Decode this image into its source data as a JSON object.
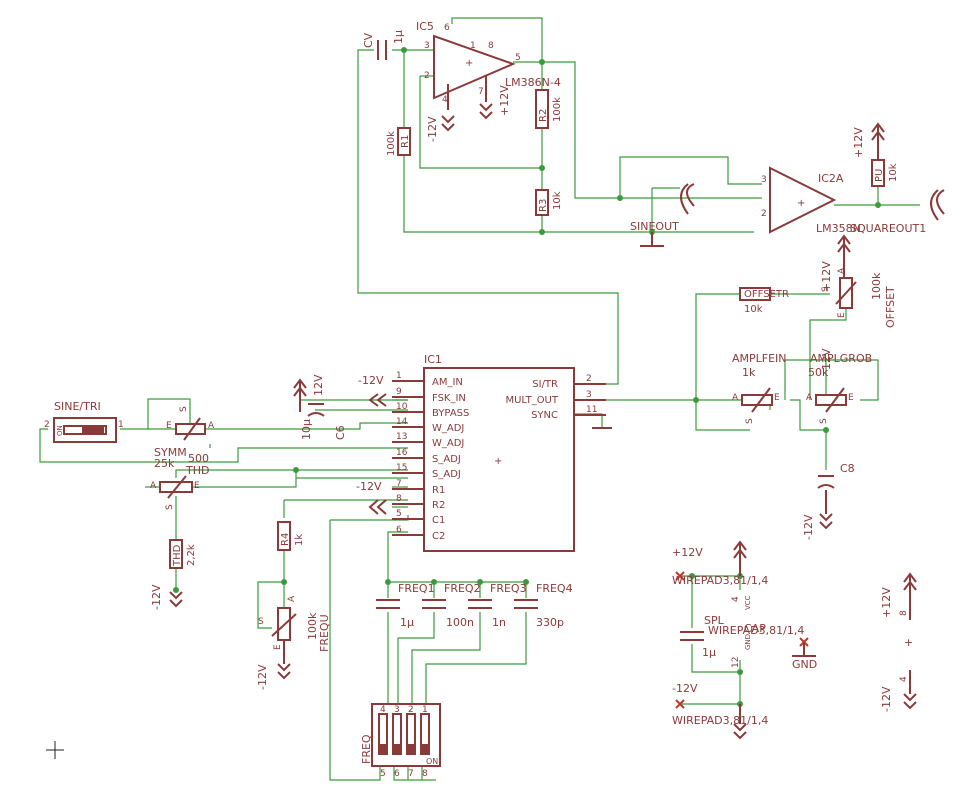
{
  "ic1": {
    "name": "IC1",
    "left_pins": [
      {
        "num": "1",
        "name": "AM_IN"
      },
      {
        "num": "9",
        "name": "FSK_IN"
      },
      {
        "num": "10",
        "name": "BYPASS"
      },
      {
        "num": "14",
        "name": "W_ADJ"
      },
      {
        "num": "13",
        "name": "W_ADJ"
      },
      {
        "num": "16",
        "name": "S_ADJ"
      },
      {
        "num": "15",
        "name": "S_ADJ"
      },
      {
        "num": "7",
        "name": "R1"
      },
      {
        "num": "8",
        "name": "R2"
      },
      {
        "num": "5",
        "name": "C1"
      },
      {
        "num": "6",
        "name": "C2"
      }
    ],
    "right_pins": [
      {
        "num": "2",
        "name": "SI/TR"
      },
      {
        "num": "3",
        "name": "MULT_OUT"
      },
      {
        "num": "11",
        "name": "SYNC"
      }
    ]
  },
  "ic5": {
    "name": "IC5",
    "part": "LM386N-4",
    "pins": [
      "3",
      "2",
      "6",
      "5",
      "4",
      "7",
      "8",
      "1"
    ],
    "supply_pos": "+12V",
    "supply_neg": "-12V"
  },
  "ic2a": {
    "name": "IC2A",
    "part": "LM358N",
    "pins": [
      "3",
      "2"
    ]
  },
  "capacitors": {
    "cv": {
      "name": "CV",
      "value": "1µ"
    },
    "c6": {
      "name": "C6",
      "value": "10µ"
    },
    "c8": {
      "name": "C8"
    },
    "freq1": {
      "name": "FREQ1",
      "value": "1µ"
    },
    "freq2": {
      "name": "FREQ2",
      "value": "100n"
    },
    "freq3": {
      "name": "FREQ3",
      "value": "1n"
    },
    "freq4": {
      "name": "FREQ4",
      "value": "330p"
    },
    "spl": {
      "name": "SPL",
      "value": "1µ"
    }
  },
  "resistors": {
    "r1": {
      "name": "R1",
      "value": "100k"
    },
    "r2": {
      "name": "R2",
      "value": "100k"
    },
    "r3": {
      "name": "R3",
      "value": "10k"
    },
    "r4": {
      "name": "R4",
      "value": "1k"
    },
    "pu": {
      "name": "PU",
      "value": "10k"
    },
    "thd": {
      "name": "THD",
      "value": "2,2k"
    },
    "offsetr": {
      "name": "OFFSETR",
      "value": "10k"
    }
  },
  "pots": {
    "symm": {
      "name": "SYMM",
      "value": "25k"
    },
    "thd": {
      "name": "THD",
      "value": "500"
    },
    "freq": {
      "name": "FREQU",
      "value": "100k"
    },
    "offset": {
      "name": "OFFSET",
      "value": "100k"
    },
    "amplfein": {
      "name": "AMPLFEIN",
      "value": "1k"
    },
    "amplgrob": {
      "name": "AMPLGROB",
      "value": "50k"
    }
  },
  "switches": {
    "sinetri": {
      "name": "SINE/TRI",
      "on": "ON",
      "pin_left": "2",
      "pin_right": "1"
    },
    "freq": {
      "name": "FREQ",
      "top": [
        "4",
        "3",
        "2",
        "1"
      ],
      "bottom": [
        "5",
        "6",
        "7",
        "8"
      ],
      "on": "ON"
    }
  },
  "outputs": {
    "sine": "SINEOUT",
    "square": "SQUAREOUT1"
  },
  "pads": {
    "wirepad1": "WIREPAD3,81/1,4",
    "wirepad2": "WIREPAD3,81/1,4",
    "wirepad3": "WIREPAD3,81/1,4",
    "gnd": "GND",
    "cap": "CAP"
  },
  "power_block": {
    "vcc": "VCC",
    "gnd": "GND",
    "pin4": "4",
    "pin12": "12"
  },
  "supply_labels": {
    "pos": "+12V",
    "neg": "-12V",
    "neg_alt": "12V"
  },
  "pin_letters": {
    "a": "A",
    "e": "E",
    "s": "S"
  },
  "misc": {
    "pin8": "8",
    "pin4": "4",
    "plus": "+"
  }
}
